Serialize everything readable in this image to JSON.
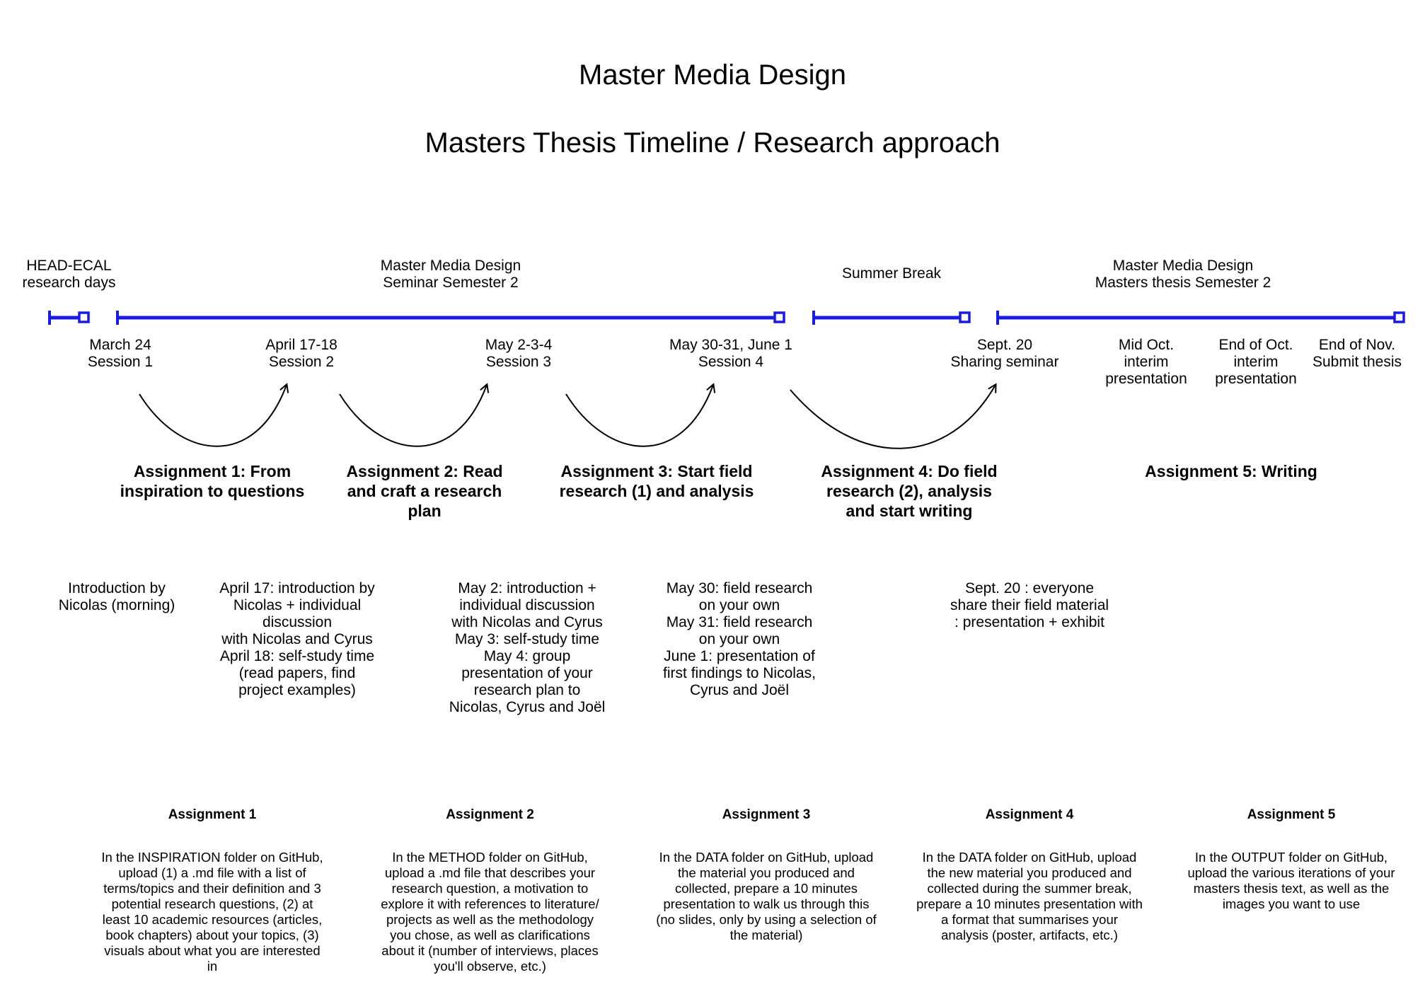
{
  "title": {
    "line1": "Master Media Design",
    "line2": "Masters Thesis Timeline / Research approach"
  },
  "colors": {
    "timeline": "#1a1ae6",
    "arrow": "#000000"
  },
  "segments": [
    {
      "label": "HEAD-ECAL\nresearch days"
    },
    {
      "label": "Master Media Design\nSeminar Semester 2"
    },
    {
      "label": "Summer Break"
    },
    {
      "label": "Master Media Design\nMasters thesis Semester 2"
    }
  ],
  "sessions": [
    {
      "text": "March 24\nSession 1"
    },
    {
      "text": "April 17-18\nSession 2"
    },
    {
      "text": "May 2-3-4\nSession 3"
    },
    {
      "text": "May 30-31, June 1\nSession 4"
    },
    {
      "text": "Sept. 20\nSharing seminar"
    },
    {
      "text": "Mid Oct.\ninterim\npresentation"
    },
    {
      "text": "End of Oct.\ninterim\npresentation"
    },
    {
      "text": "End of Nov.\nSubmit thesis"
    }
  ],
  "assignment_headings": [
    {
      "text": "Assignment 1: From\ninspiration to questions"
    },
    {
      "text": "Assignment 2: Read\nand craft a research\nplan"
    },
    {
      "text": "Assignment 3: Start field\nresearch (1) and analysis"
    },
    {
      "text": "Assignment 4: Do field\nresearch (2), analysis\nand start writing"
    },
    {
      "text": "Assignment 5: Writing"
    }
  ],
  "session_details": [
    {
      "text": "Introduction by\nNicolas (morning)"
    },
    {
      "text": "April 17: introduction by\nNicolas + individual\ndiscussion\nwith Nicolas and Cyrus\nApril 18: self-study time\n(read papers, find\nproject examples)"
    },
    {
      "text": "May 2: introduction +\nindividual discussion\nwith Nicolas and Cyrus\nMay 3: self-study time\nMay 4: group\npresentation of your\nresearch plan to\nNicolas, Cyrus and Joël"
    },
    {
      "text": "May 30: field research\non your own\nMay 31: field research\non your own\nJune 1: presentation of\nfirst findings to Nicolas,\nCyrus and Joël"
    },
    {
      "text": "Sept. 20 : everyone\nshare their field material\n: presentation + exhibit"
    }
  ],
  "assignment_cards": [
    {
      "title": "Assignment 1",
      "body": "In the INSPIRATION folder on GitHub,\nupload (1) a .md file with a list of\nterms/topics and their definition and 3\npotential research questions, (2) at\nleast 10 academic resources (articles,\nbook chapters) about your topics, (3)\nvisuals about what you are interested\nin"
    },
    {
      "title": "Assignment 2",
      "body": "In the METHOD folder on GitHub,\nupload a .md file that describes your\nresearch question, a motivation to\nexplore it with references to literature/\nprojects as well as the methodology\nyou chose, as well as clarifications\nabout it (number of interviews, places\nyou'll observe, etc.)"
    },
    {
      "title": "Assignment 3",
      "body": "In the DATA folder on GitHub, upload\nthe material you produced and\ncollected, prepare a 10 minutes\npresentation to walk us through this\n(no slides, only by using a selection of\nthe material)"
    },
    {
      "title": "Assignment 4",
      "body": "In the DATA folder on GitHub, upload\nthe new material you produced and\ncollected during the summer break,\nprepare a 10 minutes presentation with\na format that summarises your\nanalysis (poster, artifacts, etc.)"
    },
    {
      "title": "Assignment 5",
      "body": "In the OUTPUT folder on GitHub,\nupload the various iterations of your\nmasters thesis text, as well as the\nimages you want to use"
    }
  ]
}
